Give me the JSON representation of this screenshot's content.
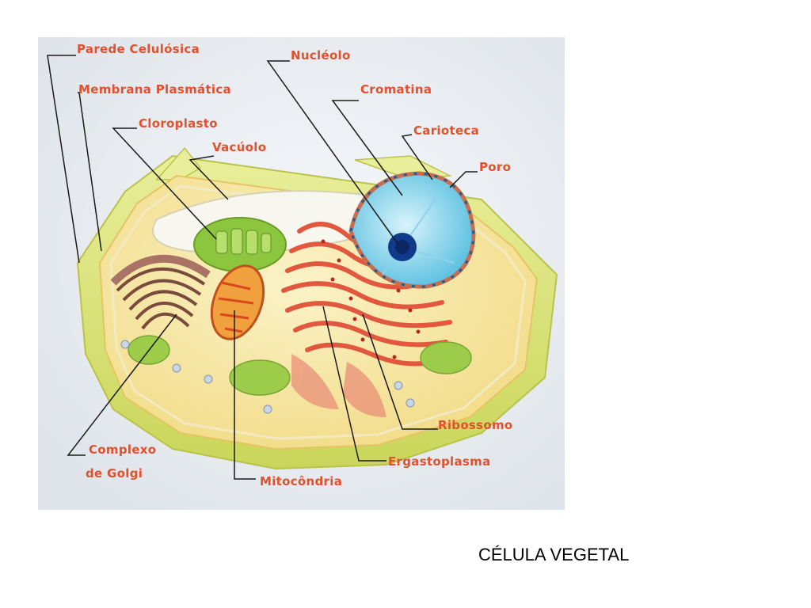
{
  "labels": {
    "parede": "Parede Celulósica",
    "membrana": "Membrana Plasmática",
    "cloroplasto": "Cloroplasto",
    "vacuolo": "Vacúolo",
    "nucleolo": "Nucléolo",
    "cromatina": "Cromatina",
    "carioteca": "Carioteca",
    "poro": "Poro",
    "golgi_1": "Complexo",
    "golgi_2": "de Golgi",
    "mitocondria": "Mitocôndria",
    "ergastoplasma": "Ergastoplasma",
    "ribossomo": "Ribossomo"
  },
  "caption": "CÉLULA VEGETAL",
  "colors": {
    "label": "#e2502c",
    "background": "#e9edf2",
    "cell_wall": "#d7e07a",
    "nucleus": "#7fd0ea",
    "chloroplast": "#8cc63f",
    "er": "#e2583f",
    "golgi": "#8d5a4a",
    "mitochondria": "#e9622e"
  }
}
